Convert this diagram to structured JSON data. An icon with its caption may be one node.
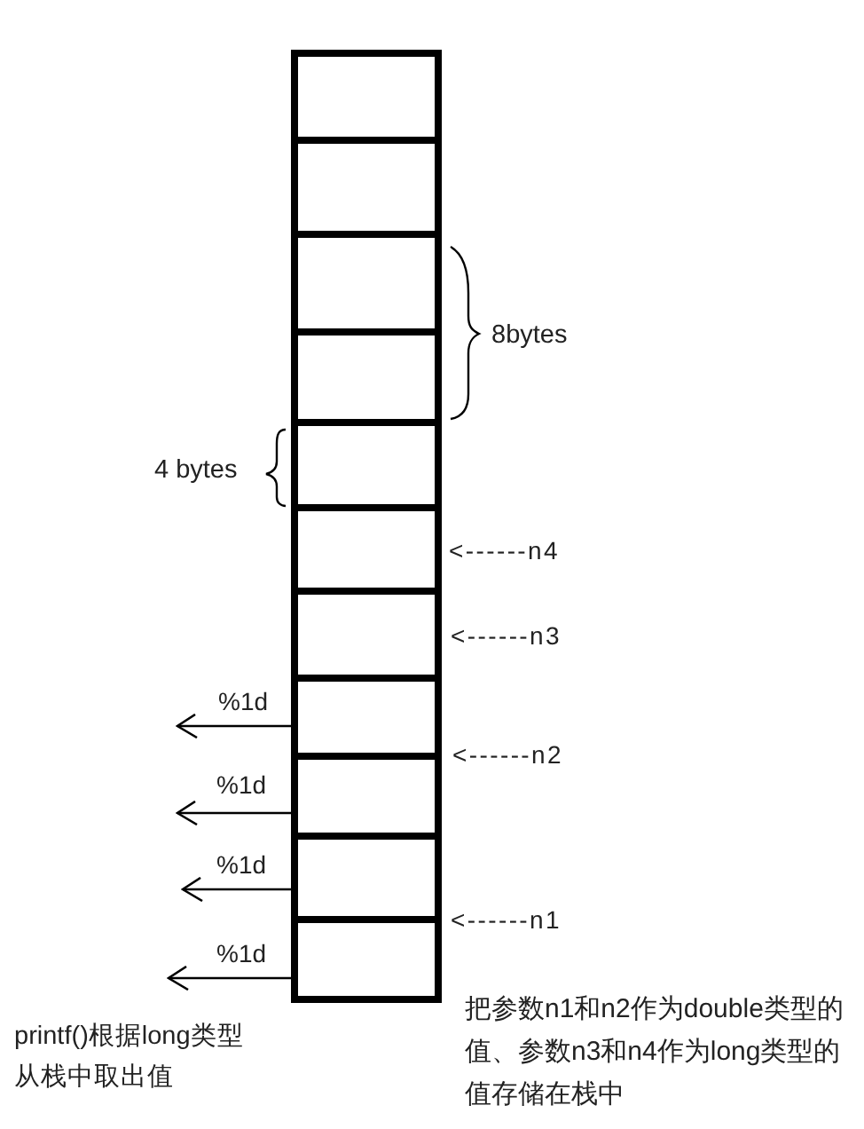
{
  "diagram": {
    "nodes": [
      {
        "text": [],
        "shape": "box"
      },
      {
        "text": [],
        "shape": "box"
      },
      {
        "text": [],
        "shape": "box"
      },
      {
        "text": [],
        "shape": "box"
      },
      {
        "text": [],
        "shape": "box"
      },
      {
        "text": [],
        "shape": "box"
      },
      {
        "text": [],
        "shape": "box"
      },
      {
        "text": [],
        "shape": "box"
      },
      {
        "text": [],
        "shape": "box"
      },
      {
        "text": [],
        "shape": "box"
      },
      {
        "text": [],
        "shape": "box"
      }
    ],
    "edges": [
      {
        "from": 7,
        "to": null,
        "arrow": "to",
        "label": "%1d"
      },
      {
        "from": 8,
        "to": null,
        "arrow": "to",
        "label": "%1d"
      },
      {
        "from": 9,
        "to": null,
        "arrow": "to",
        "label": "%1d"
      },
      {
        "from": 10,
        "to": null,
        "arrow": "to",
        "label": "%1d"
      }
    ],
    "labels": [
      "8bytes",
      "4 bytes",
      "<------n4",
      "<------n3",
      "<------n2",
      "<------n1",
      "printf()根据long类型从栈中取出值",
      "把参数n1和n2作为double类型的值、参数n3和n4作为long类型的值存储在栈中"
    ]
  }
}
